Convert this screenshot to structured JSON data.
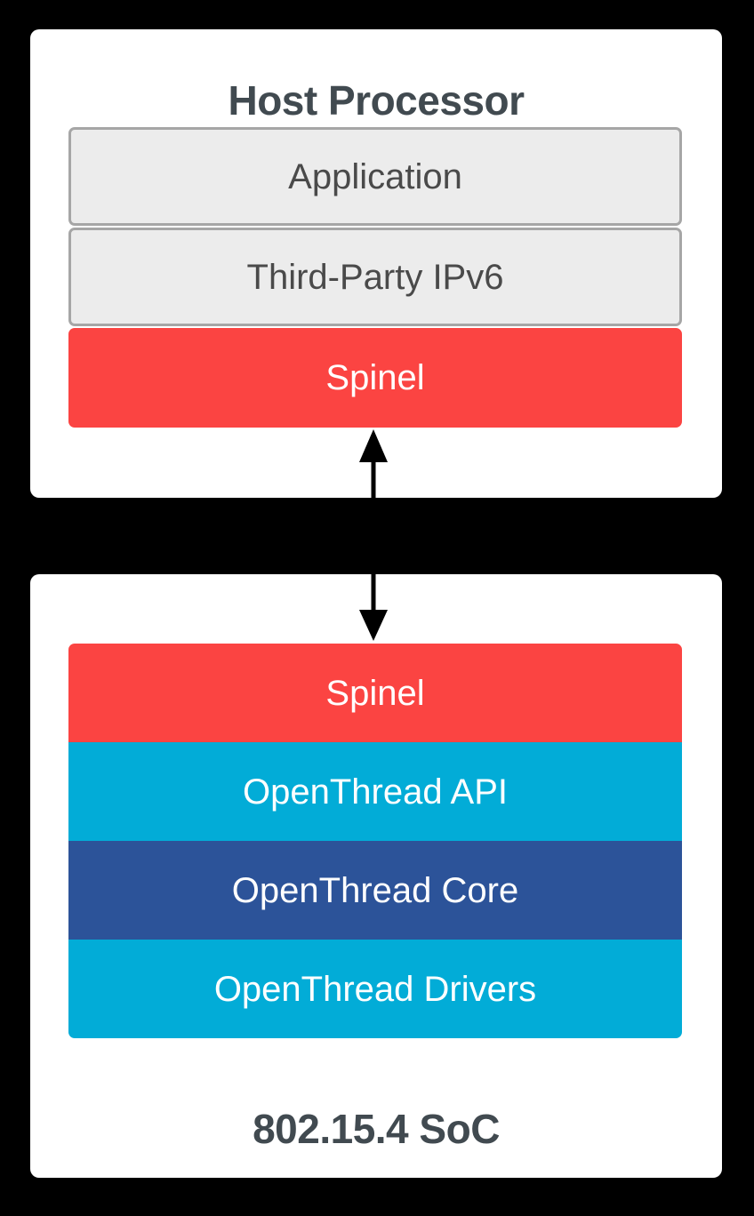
{
  "diagram": {
    "title_host": "Host Processor",
    "title_soc": "802.15.4 SoC",
    "background_color": "#000000",
    "card_color": "#ffffff",
    "colors": {
      "red": "#fb4442",
      "cyan": "#02acd7",
      "dark_blue": "#2c5399",
      "grey_fill": "#ececec",
      "grey_border": "#a6a6a6",
      "title_text": "#414a50",
      "grey_text": "#4a4a4a",
      "arrow": "#000000"
    },
    "host": {
      "layers": [
        {
          "label": "Application",
          "style": "grey",
          "color": "#ececec"
        },
        {
          "label": "Third-Party IPv6",
          "style": "grey",
          "color": "#ececec"
        },
        {
          "label": "Spinel",
          "style": "solid",
          "color": "#fb4442"
        }
      ]
    },
    "soc": {
      "layers": [
        {
          "label": "Spinel",
          "style": "solid",
          "color": "#fb4442"
        },
        {
          "label": "OpenThread API",
          "style": "solid",
          "color": "#02acd7"
        },
        {
          "label": "OpenThread Core",
          "style": "solid",
          "color": "#2c5399"
        },
        {
          "label": "OpenThread Drivers",
          "style": "solid",
          "color": "#02acd7"
        }
      ]
    },
    "connector": {
      "type": "bidirectional-vertical-arrow",
      "from": "Host Processor Spinel",
      "to": "802.15.4 SoC Spinel"
    }
  }
}
